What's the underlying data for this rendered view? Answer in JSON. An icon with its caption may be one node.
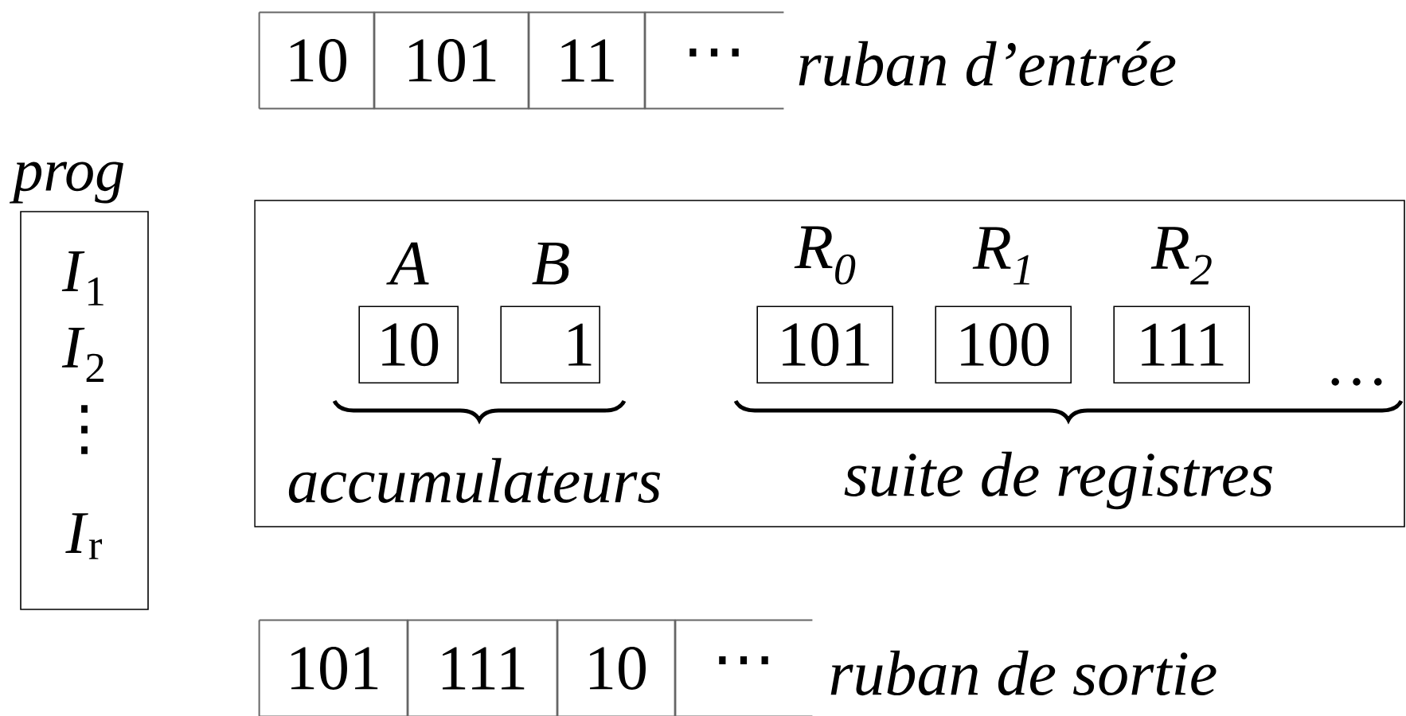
{
  "diagram": {
    "nodes": [
      {
        "text": [
          "10"
        ]
      },
      {
        "text": [
          "101"
        ]
      },
      {
        "text": [
          "11"
        ]
      },
      {
        "text": [
          "⋯"
        ]
      },
      {
        "text": [
          "prog",
          "*I*$_{1}$",
          "*I*$_{2}$",
          "⋮",
          "*I*$_{r}$"
        ]
      },
      {
        "text": [],
        "shape": "box"
      },
      {
        "text": [
          "10"
        ],
        "in": 5,
        "beside": [
          "A"
        ]
      },
      {
        "text": [
          "1"
        ],
        "in": 5,
        "beside": [
          "B"
        ]
      },
      {
        "text": [
          "101"
        ],
        "in": 5,
        "beside": [
          "*R*$_{0}$"
        ]
      },
      {
        "text": [
          "100"
        ],
        "in": 5,
        "beside": [
          "*R*$_{1}$"
        ]
      },
      {
        "text": [
          "111"
        ],
        "in": 5,
        "beside": [
          "*R*$_{2}$"
        ]
      },
      {
        "text": [
          "101"
        ]
      },
      {
        "text": [
          "111"
        ]
      },
      {
        "text": [
          "10"
        ]
      },
      {
        "text": [
          "⋯"
        ]
      }
    ],
    "labels": [
      "ruban d’entrée",
      "…",
      "accumulateurs",
      "suite de registres",
      "ruban de sortie"
    ]
  }
}
